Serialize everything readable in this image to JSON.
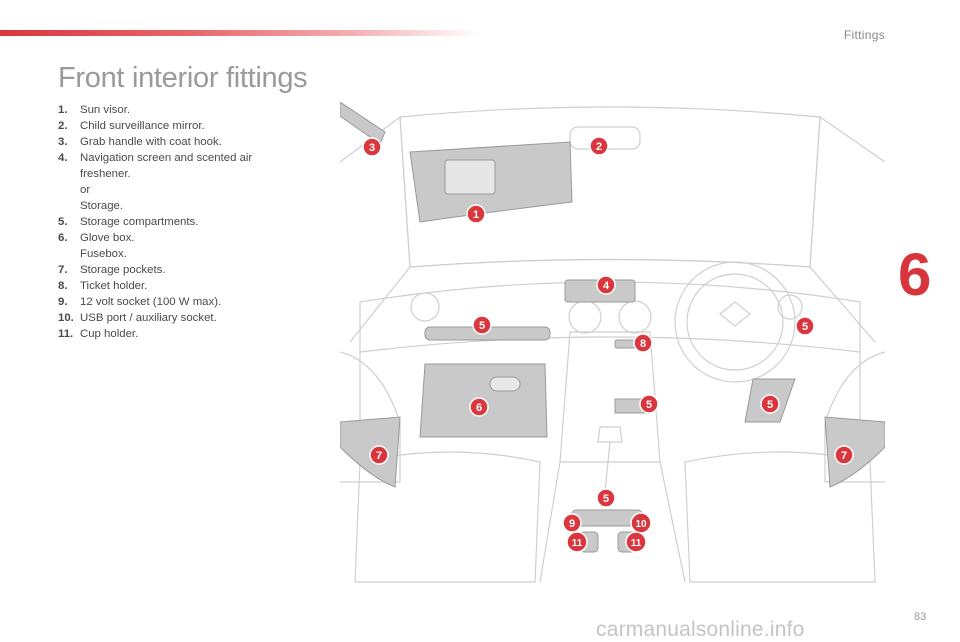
{
  "header": {
    "section": "Fittings"
  },
  "page": {
    "title": "Front interior fittings",
    "number": "83",
    "chapter": "6"
  },
  "items": [
    {
      "num": "1.",
      "lines": [
        "Sun visor."
      ]
    },
    {
      "num": "2.",
      "lines": [
        "Child surveillance mirror."
      ]
    },
    {
      "num": "3.",
      "lines": [
        "Grab handle with coat hook."
      ]
    },
    {
      "num": "4.",
      "lines": [
        "Navigation screen and scented air",
        "freshener.",
        "or",
        "Storage."
      ]
    },
    {
      "num": "5.",
      "lines": [
        "Storage compartments."
      ]
    },
    {
      "num": "6.",
      "lines": [
        "Glove box.",
        "Fusebox."
      ]
    },
    {
      "num": "7.",
      "lines": [
        "Storage pockets."
      ]
    },
    {
      "num": "8.",
      "lines": [
        "Ticket holder."
      ]
    },
    {
      "num": "9.",
      "lines": [
        "12 volt socket (100 W max)."
      ]
    },
    {
      "num": "10.",
      "lines": [
        "USB port / auxiliary socket."
      ]
    },
    {
      "num": "11.",
      "lines": [
        "Cup holder."
      ]
    }
  ],
  "callouts": {
    "c1": "1",
    "c2": "2",
    "c3": "3",
    "c4": "4",
    "c5a": "5",
    "c5b": "5",
    "c5c": "5",
    "c5d": "5",
    "c5e": "5",
    "c6": "6",
    "c7a": "7",
    "c7b": "7",
    "c8": "8",
    "c9": "9",
    "c10": "10",
    "c11a": "11",
    "c11b": "11"
  },
  "colors": {
    "accent": "#d8343c",
    "callout": "#d9363e",
    "highlight": "#c9c9c9",
    "line": "#cfcfcf"
  },
  "watermark": "carmanualsonline.info"
}
